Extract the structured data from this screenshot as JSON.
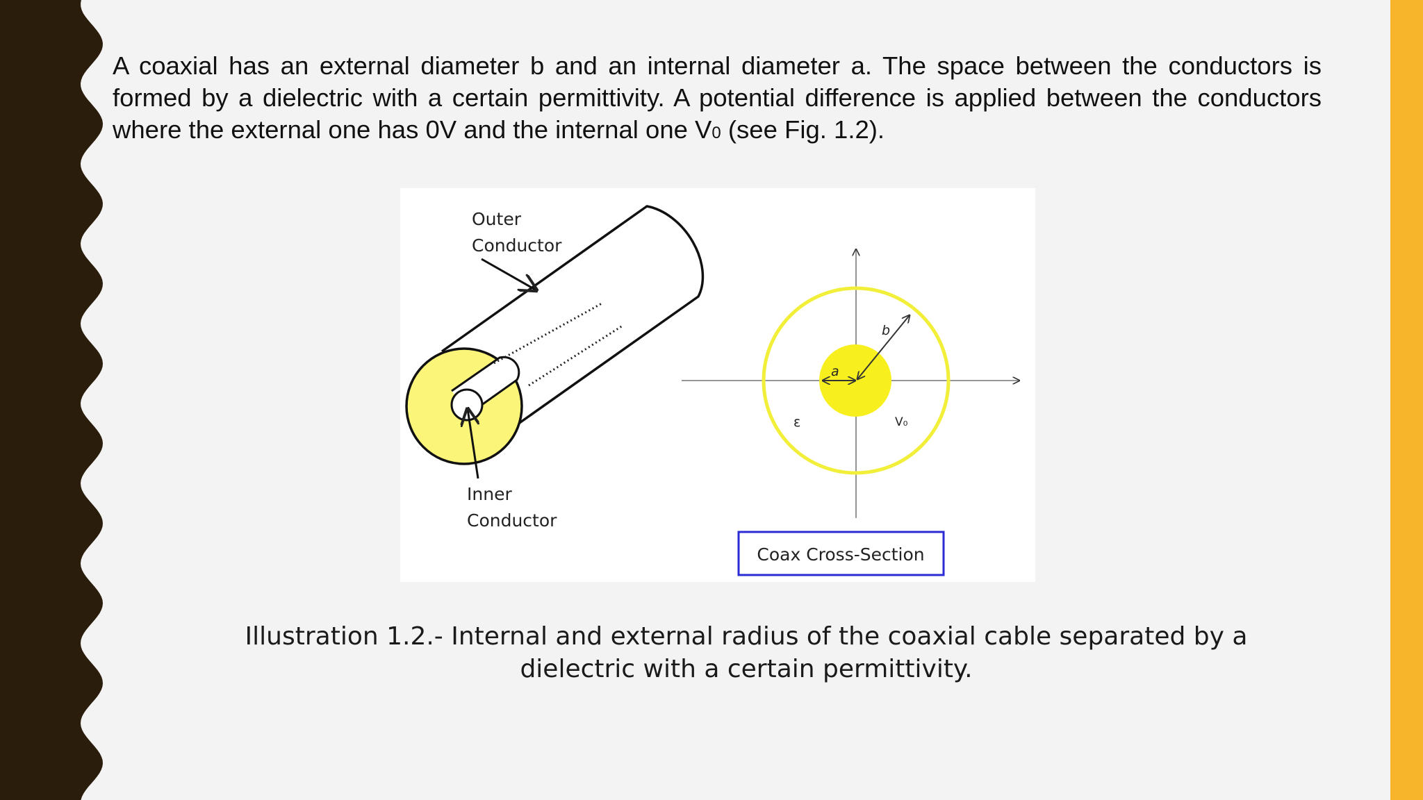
{
  "colors": {
    "left_border": "#2b1d0c",
    "right_bar": "#f7b52c",
    "background": "#f3f3f3",
    "dielectric_fill": "#fbf57a",
    "cross_section_ring": "#f2ef3a",
    "inner_disc": "#f7ef1e",
    "label_box_border": "#2b2bd6"
  },
  "slide": {
    "paragraph_part1": "A coaxial has an external diameter b and an internal diameter a. The space between the conductors is formed by a dielectric with a certain permittivity. A potential difference is applied between the conductors where the external one has 0V and the internal one V",
    "paragraph_sub": "0",
    "paragraph_part2": " (see Fig. 1.2).",
    "caption": "Illustration 1.2.- Internal and external radius of the coaxial cable separated by a dielectric with a certain permittivity."
  },
  "figure": {
    "outer_label_line1": "Outer",
    "outer_label_line2": "Conductor",
    "inner_label_line1": "Inner",
    "inner_label_line2": "Conductor",
    "label_a": "a",
    "label_b": "b",
    "label_epsilon": "ε",
    "label_v0": "V₀",
    "cross_section_label": "Coax Cross-Section"
  }
}
